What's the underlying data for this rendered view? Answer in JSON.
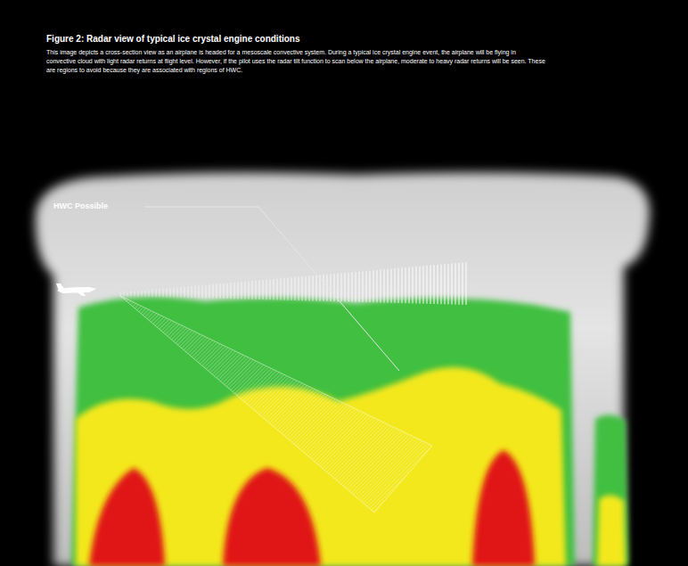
{
  "diagram": {
    "title": "Figure 2: Radar view of typical ice crystal engine conditions",
    "caption": "This image depicts a cross-section view as an airplane is headed for a mesoscale convective system. During a typical ice crystal engine event, the airplane will be flying in convective cloud with light radar returns at flight level. However, if the pilot uses the radar tilt function to scan below the airplane, moderate to heavy radar returns will be seen. These are regions to avoid because they are associated with regions of HWC.",
    "labels": [
      "HWC Possible"
    ]
  }
}
